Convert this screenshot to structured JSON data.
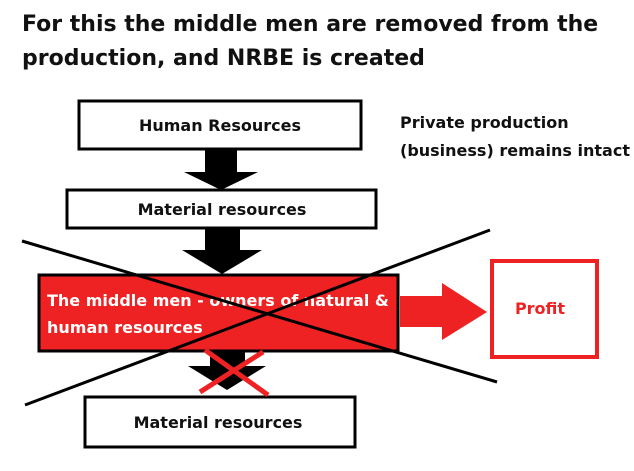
{
  "title": "For this the middle men are removed from the production, and NRBE  is created",
  "boxes": {
    "human_resources": "Human Resources",
    "material_resources_top": "Material resources",
    "middle_men_line1": "The middle men - owners of natural &",
    "middle_men_line2": "human resources",
    "profit": "Profit",
    "material_resources_bottom": "Material resources"
  },
  "note": {
    "line1": "Private production",
    "line2": "(business) remains intact"
  },
  "colors": {
    "red": "#ee2222",
    "black": "#000000",
    "white": "#ffffff"
  }
}
